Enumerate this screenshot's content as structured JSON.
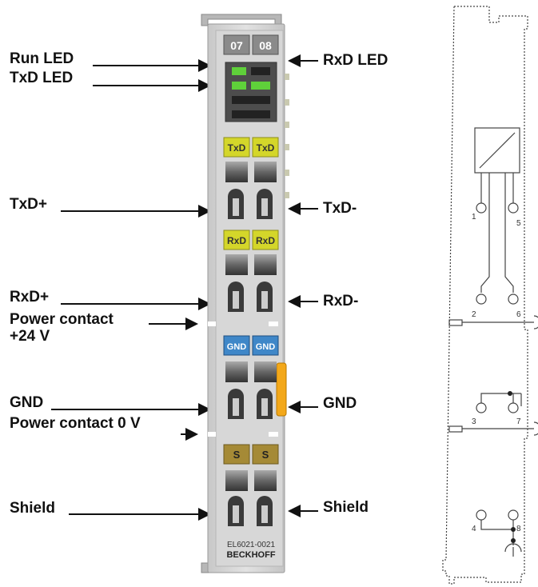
{
  "labels": {
    "run_led": "Run LED",
    "txd_led": "TxD LED",
    "rxd_led": "RxD LED",
    "txd_plus": "TxD+",
    "txd_minus": "TxD-",
    "rxd_plus": "RxD+",
    "rxd_minus": "RxD-",
    "power_contact_24v_line1": "Power contact",
    "power_contact_24v_line2": "+24 V",
    "gnd_left": "GND",
    "gnd_right": "GND",
    "power_contact_0v": "Power contact 0 V",
    "shield_left": "Shield",
    "shield_right": "Shield"
  },
  "terminal": {
    "channel_numbers": [
      "07",
      "08"
    ],
    "txd_tags": [
      "TxD",
      "TxD"
    ],
    "rxd_tags": [
      "RxD",
      "RxD"
    ],
    "gnd_tags": [
      "GND",
      "GND"
    ],
    "shield_tags": [
      "S",
      "S"
    ],
    "model": "EL6021-0021",
    "brand": "BECKHOFF"
  },
  "schematic": {
    "pin_numbers": [
      "1",
      "5",
      "2",
      "6",
      "3",
      "7",
      "4",
      "8"
    ]
  },
  "colors": {
    "led_green": "#5fd03a",
    "txd_tag": "#d4d62a",
    "gnd_tag": "#3f87c8",
    "shield_tag": "#a58a36",
    "orange_tab": "#f3a81a",
    "housing": "#d9d9d9"
  }
}
